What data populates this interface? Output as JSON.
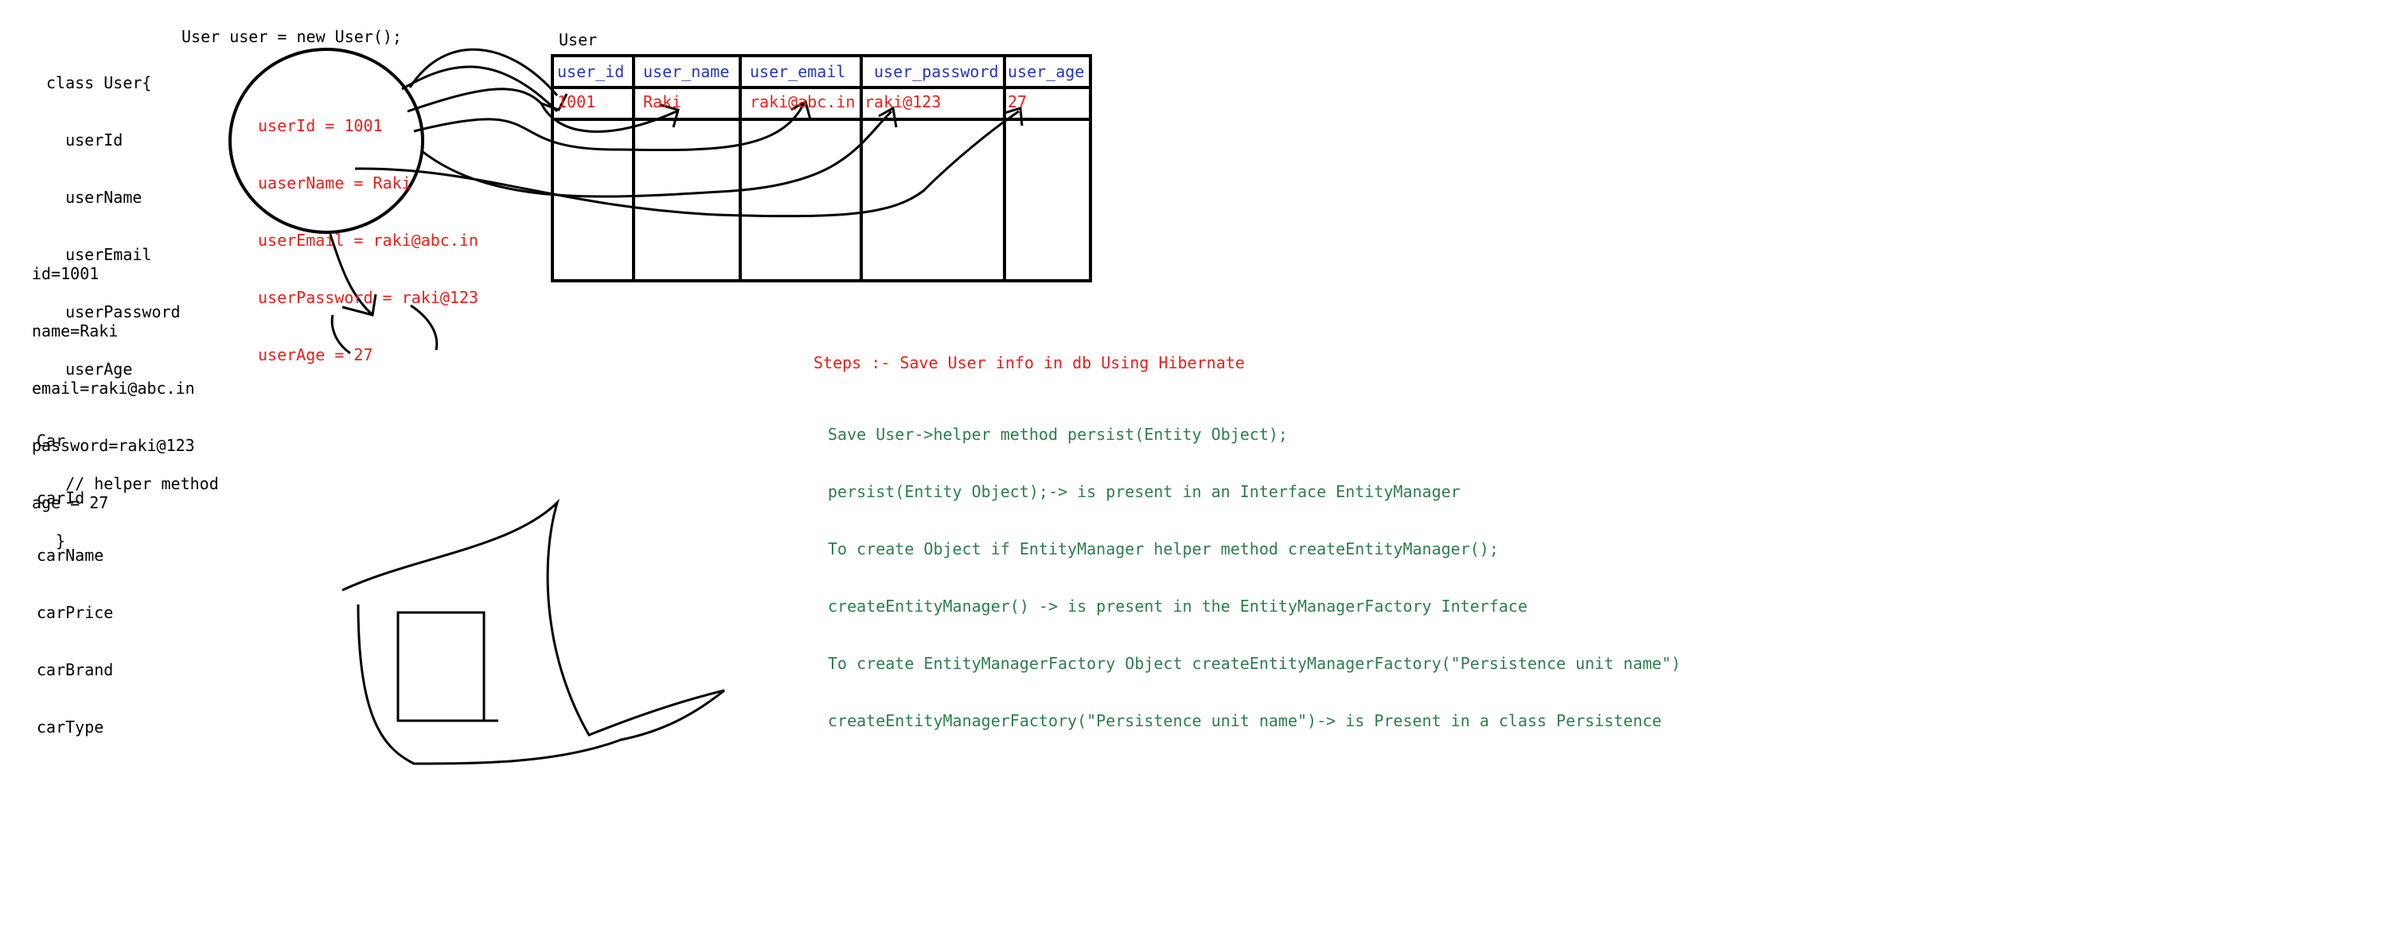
{
  "class_user": {
    "lines": [
      "class User{",
      "  userId",
      "  userName",
      "  userEmail",
      "  userPassword",
      "  userAge",
      "",
      "  // helper method",
      " }"
    ]
  },
  "new_user_statement": "User user = new User();",
  "object_fields": {
    "lines": [
      "userId = 1001",
      "uaserName = Raki",
      "userEmail = raki@abc.in",
      "userPassword = raki@123",
      "userAge = 27"
    ]
  },
  "properties": {
    "lines": [
      "id=1001",
      "name=Raki",
      "email=raki@abc.in",
      "password=raki@123",
      "age = 27"
    ]
  },
  "car_class": {
    "lines": [
      "Car",
      "carId",
      "carName",
      "carPrice",
      "carBrand",
      "carType"
    ]
  },
  "user_table": {
    "title": "User",
    "columns": [
      "user_id",
      "user_name",
      "user_email",
      "user_password",
      "user_age"
    ],
    "row": [
      "1001",
      "Raki",
      "raki@abc.in",
      "raki@123",
      "27"
    ]
  },
  "steps": {
    "title": "Steps :- Save User info in db Using Hibernate",
    "lines": [
      "Save User->helper method persist(Entity Object);",
      "persist(Entity Object);-> is present in an Interface EntityManager",
      "To create Object if EntityManager helper method createEntityManager();",
      "createEntityManager() -> is present in the EntityManagerFactory Interface",
      "To create EntityManagerFactory Object createEntityManagerFactory(\"Persistence unit name\")",
      "createEntityManagerFactory(\"Persistence unit name\")-> is Present in a class Persistence"
    ]
  },
  "colors": {
    "ink": "#000000",
    "object_text": "#e8201c",
    "steps_title": "#e8201c",
    "steps_text": "#2e7d4f",
    "table_header": "#2437b8",
    "table_row": "#e8201c"
  }
}
